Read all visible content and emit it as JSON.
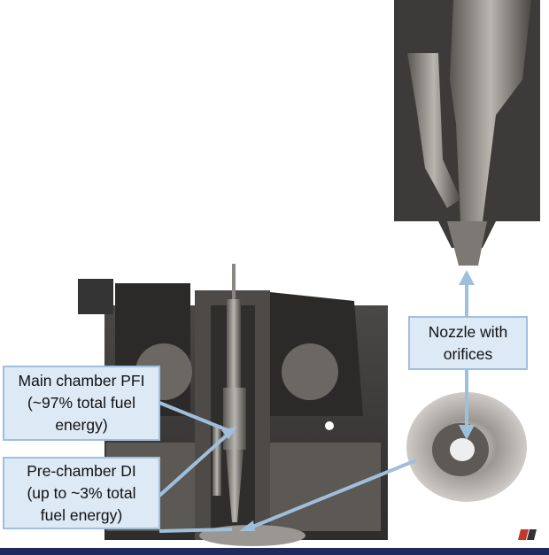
{
  "labels": {
    "main_chamber": [
      "Main chamber PFI",
      "(~97% total fuel",
      "energy)"
    ],
    "pre_chamber": [
      "Pre-chamber DI",
      "(up to ~3% total",
      "fuel energy)"
    ],
    "nozzle": [
      "Nozzle with",
      "orifices"
    ]
  },
  "logo": "F1",
  "colors": {
    "label_fill": "#dde9f5",
    "label_border": "#9fbfdc",
    "arrow": "#9fbfdc",
    "metal_dark": "#3a3a3a",
    "metal_mid": "#6d6a66",
    "bar": "#1f2a5c"
  }
}
